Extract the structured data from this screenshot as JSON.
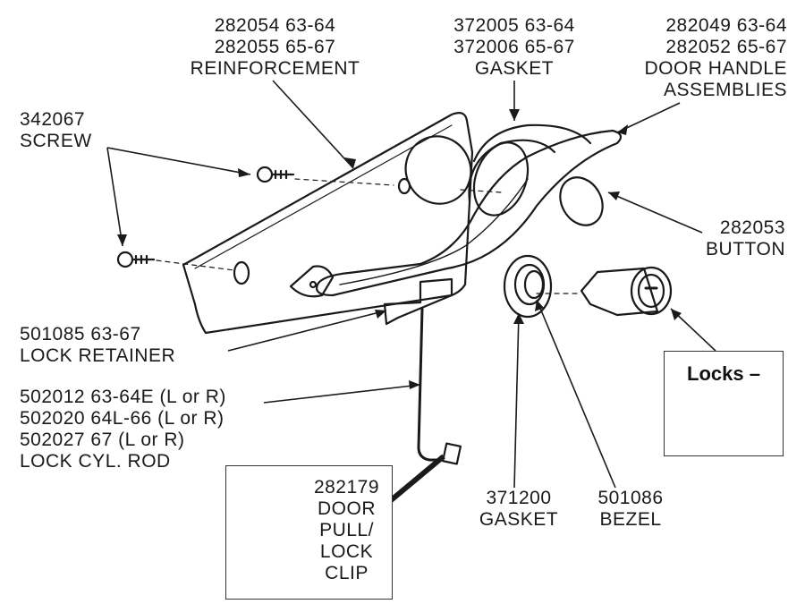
{
  "labels": {
    "reinforcement": {
      "lines": [
        "282054  63-64",
        "282055  65-67",
        "REINFORCEMENT"
      ]
    },
    "gasket_top": {
      "lines": [
        "372005  63-64",
        "372006  65-67",
        "GASKET"
      ]
    },
    "door_handle": {
      "lines": [
        "282049  63-64",
        "282052  65-67",
        "DOOR HANDLE",
        "ASSEMBLIES"
      ]
    },
    "screw": {
      "lines": [
        "342067",
        "SCREW"
      ]
    },
    "button": {
      "lines": [
        "282053",
        "BUTTON"
      ]
    },
    "lock_retainer": {
      "lines": [
        "501085  63-67",
        "LOCK RETAINER"
      ]
    },
    "lock_rod": {
      "lines": [
        "502012  63-64E  (L or R)",
        "502020  64L-66  (L or R)",
        "502027  67  (L or R)",
        "LOCK CYL. ROD"
      ]
    },
    "clip": {
      "lines": [
        "282179",
        "DOOR",
        "PULL/",
        "LOCK",
        "CLIP"
      ]
    },
    "gasket_bottom": {
      "lines": [
        "371200",
        "GASKET"
      ]
    },
    "bezel": {
      "lines": [
        "501086",
        "BEZEL"
      ]
    },
    "locks_box": {
      "text": "Locks –"
    }
  },
  "colors": {
    "ink": "#1a1a1a",
    "background": "#ffffff"
  }
}
